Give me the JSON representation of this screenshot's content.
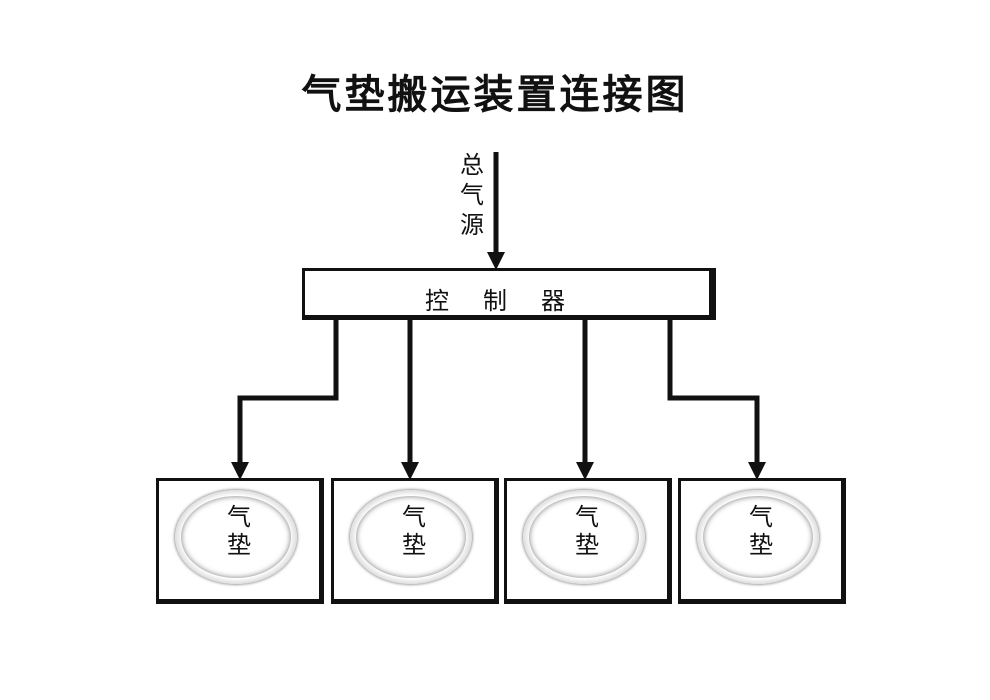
{
  "title": "气垫搬运装置连接图",
  "source": {
    "chars": [
      "总",
      "气",
      "源"
    ]
  },
  "controller": {
    "label": "控制器"
  },
  "air_bags": [
    {
      "chars": [
        "气",
        "垫"
      ]
    },
    {
      "chars": [
        "气",
        "垫"
      ]
    },
    {
      "chars": [
        "气",
        "垫"
      ]
    },
    {
      "chars": [
        "气",
        "垫"
      ]
    }
  ]
}
